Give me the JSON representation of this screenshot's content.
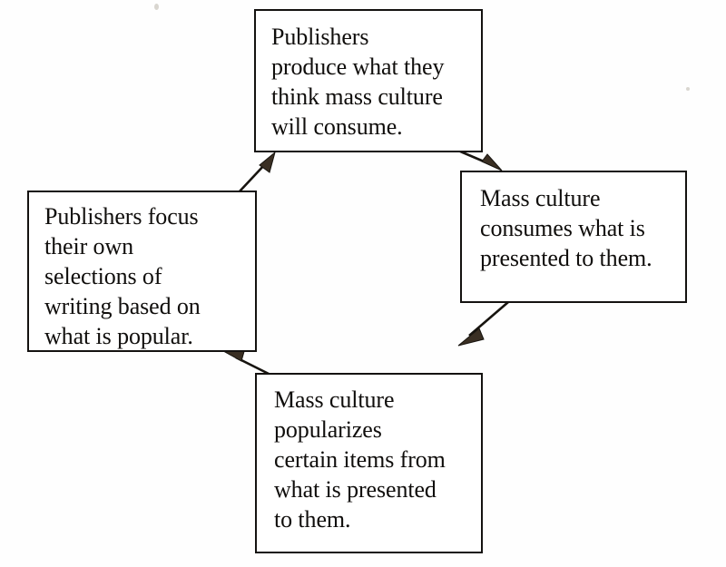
{
  "diagram": {
    "type": "cycle",
    "title": "",
    "background_color": "#fefefe",
    "text_color": "#100e0c",
    "border_color": "#141210",
    "nodes": [
      {
        "id": "publishers-produce",
        "position": "top",
        "text": "Publishers\nproduce what they\nthink mass culture\nwill consume."
      },
      {
        "id": "mass-culture-consumes",
        "position": "right",
        "text": "Mass culture\nconsumes what is\npresented to them."
      },
      {
        "id": "mass-culture-popularizes",
        "position": "bottom",
        "text": "Mass culture\npopularizes\ncertain items from\nwhat is presented\nto them."
      },
      {
        "id": "publishers-focus",
        "position": "left",
        "text": "Publishers focus\ntheir own\nselections of\nwriting based on\nwhat is popular."
      }
    ],
    "edges": [
      {
        "id": "top-to-right",
        "from": "publishers-produce",
        "to": "mass-culture-consumes",
        "direction": "down-right"
      },
      {
        "id": "right-to-bottom",
        "from": "mass-culture-consumes",
        "to": "mass-culture-popularizes",
        "direction": "down-left"
      },
      {
        "id": "bottom-to-left",
        "from": "mass-culture-popularizes",
        "to": "publishers-focus",
        "direction": "up-left"
      },
      {
        "id": "left-to-top",
        "from": "publishers-focus",
        "to": "publishers-produce",
        "direction": "up-right"
      }
    ]
  }
}
